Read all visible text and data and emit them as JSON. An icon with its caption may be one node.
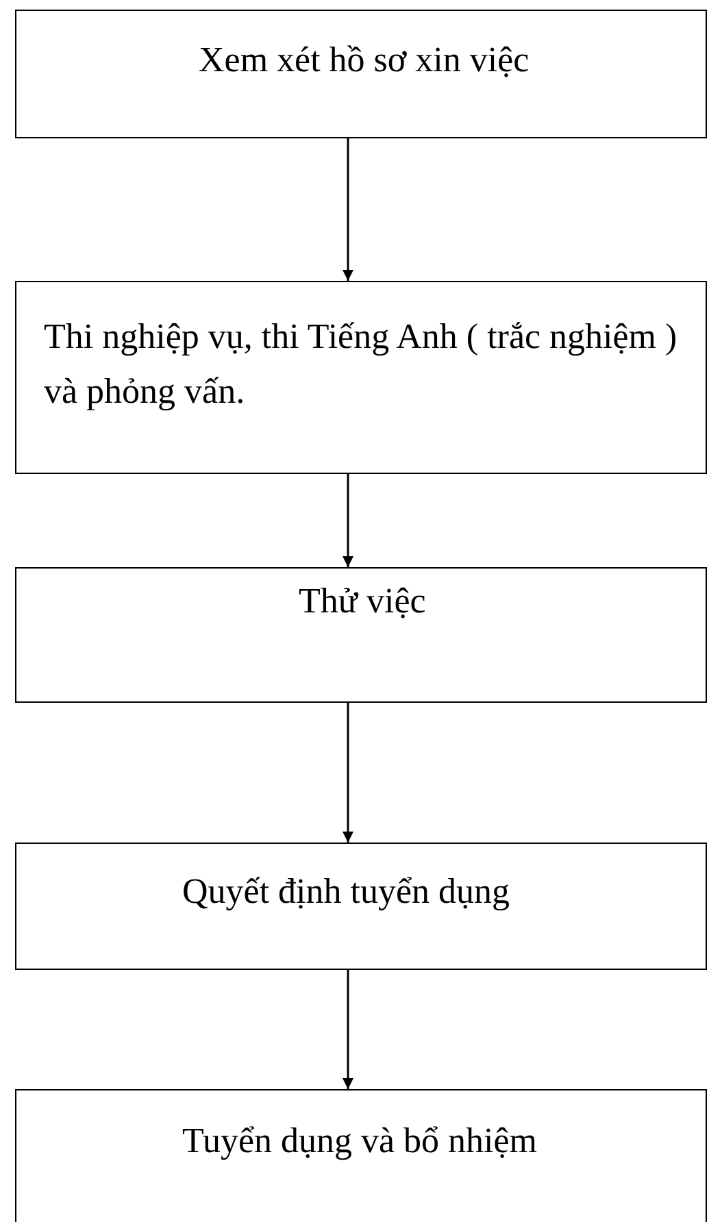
{
  "diagram": {
    "nodes": [
      {
        "text": [
          "Xem xét hồ sơ xin việc"
        ]
      },
      {
        "text": [
          "Thi nghiệp vụ, thi Tiếng Anh ( trắc nghiệm ) và phỏng vấn."
        ]
      },
      {
        "text": [
          "Thử việc"
        ]
      },
      {
        "text": [
          "Quyết định tuyển dụng"
        ]
      },
      {
        "text": [
          "Tuyển dụng và bổ nhiệm"
        ]
      }
    ],
    "edges": [
      {
        "from": 0,
        "to": 1,
        "arrow": "to"
      },
      {
        "from": 1,
        "to": 2,
        "arrow": "to"
      },
      {
        "from": 2,
        "to": 3,
        "arrow": "to"
      },
      {
        "from": 3,
        "to": 4,
        "arrow": "to"
      }
    ]
  }
}
